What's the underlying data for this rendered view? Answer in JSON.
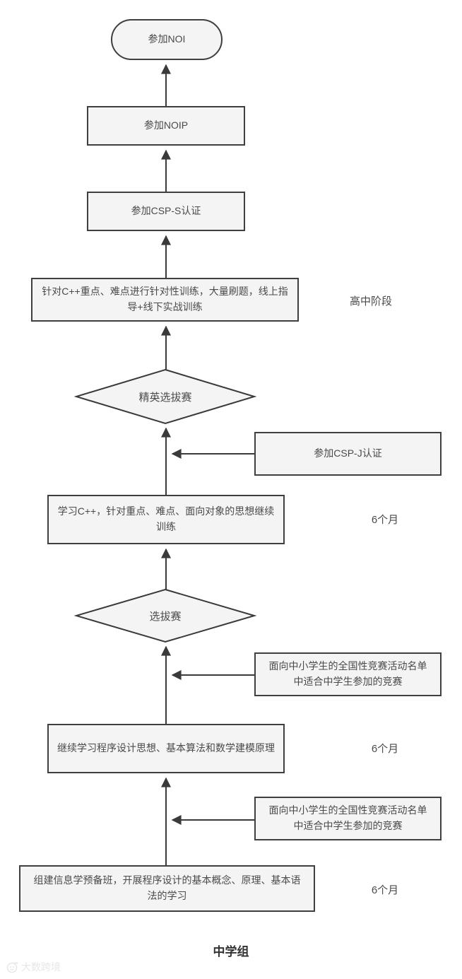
{
  "colors": {
    "node_fill": "#f4f4f4",
    "node_border": "#3f3f3f",
    "text": "#4a4a4a",
    "arrow": "#3a3a3a",
    "watermark": "#e7e7e7"
  },
  "nodes": {
    "noi": {
      "label": "参加NOI",
      "shape": "terminator"
    },
    "noip": {
      "label": "参加NOIP",
      "shape": "process"
    },
    "csp_s": {
      "label": "参加CSP-S认证",
      "shape": "process"
    },
    "hs_training": {
      "label": "针对C++重点、难点进行针对性训练，大量刷题，线上指导+线下实战训练",
      "shape": "process"
    },
    "elite_selection": {
      "label": "精英选拔赛",
      "shape": "decision"
    },
    "csp_j": {
      "label": "参加CSP-J认证",
      "shape": "process"
    },
    "learn_cpp": {
      "label": "学习C++，针对重点、难点、面向对象的思想继续训练",
      "shape": "process"
    },
    "selection": {
      "label": "选拔赛",
      "shape": "decision"
    },
    "national_contest_1": {
      "label": "面向中小学生的全国性竞赛活动名单中适合中学生参加的竞赛",
      "shape": "process"
    },
    "continue_learning": {
      "label": "继续学习程序设计思想、基本算法和数学建模原理",
      "shape": "process"
    },
    "national_contest_2": {
      "label": "面向中小学生的全国性竞赛活动名单中适合中学生参加的竞赛",
      "shape": "process"
    },
    "prep_class": {
      "label": "组建信息学预备班，开展程序设计的基本概念、原理、基本语法的学习",
      "shape": "process"
    }
  },
  "side_labels": {
    "high_school_stage": "高中阶段",
    "six_months_1": "6个月",
    "six_months_2": "6个月",
    "six_months_3": "6个月"
  },
  "title": "中学组",
  "watermark": "大数跨境"
}
